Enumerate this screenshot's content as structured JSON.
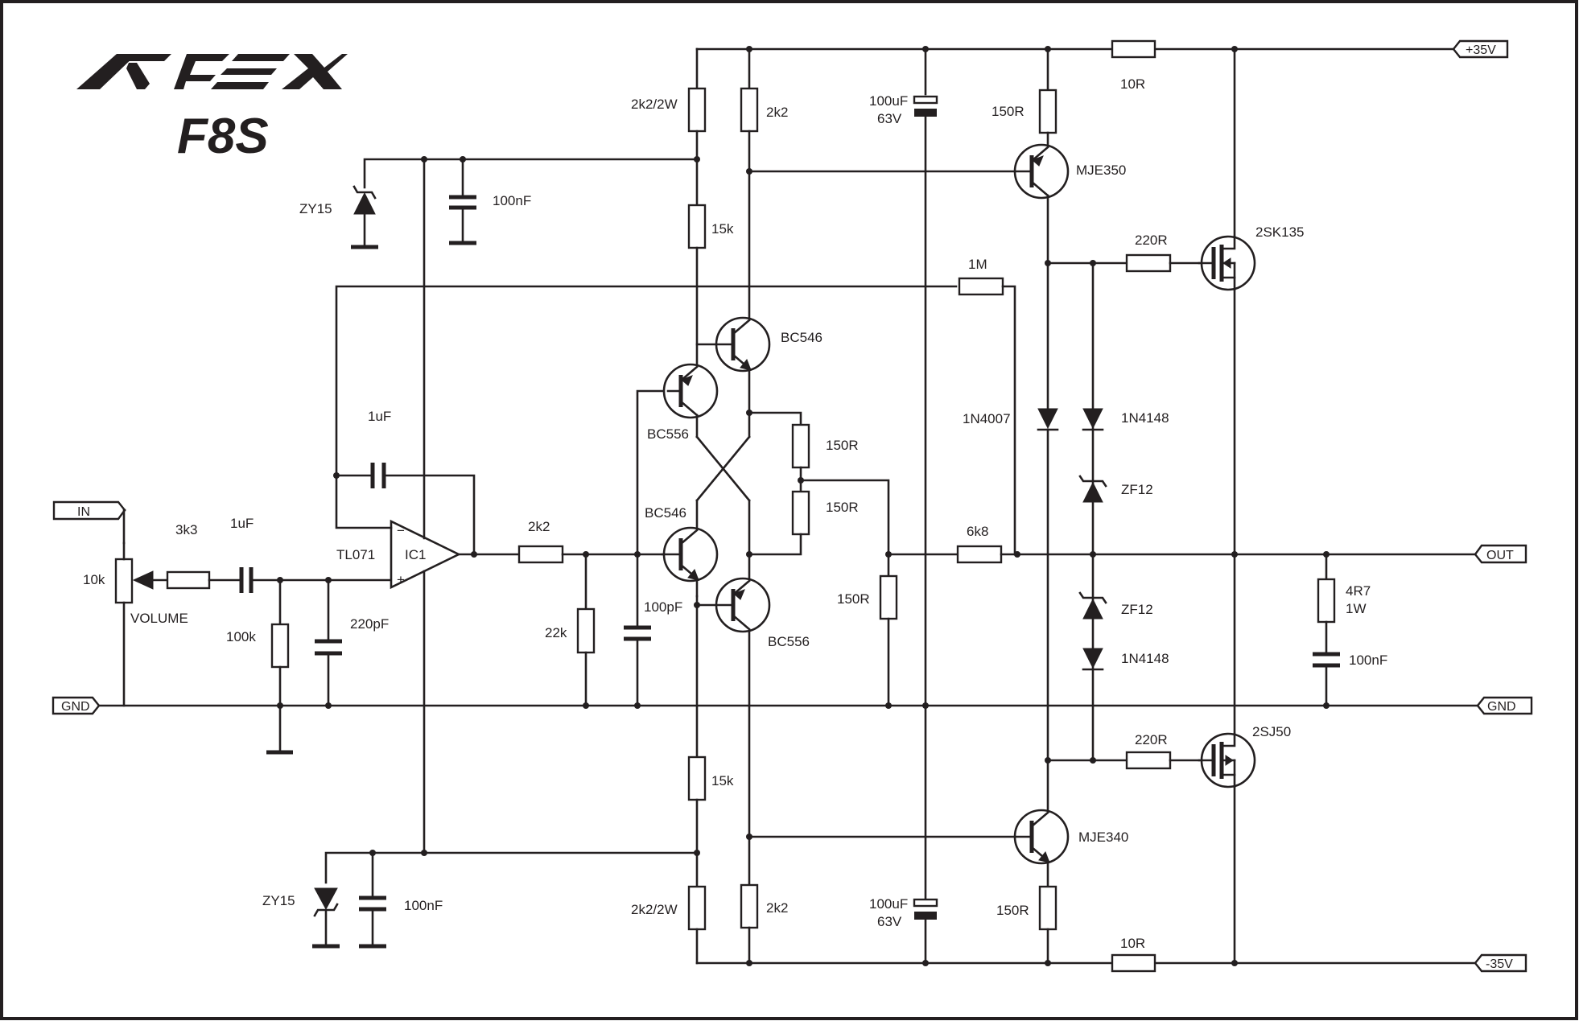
{
  "header": {
    "brand": "APEX",
    "model": "F8S"
  },
  "ports": {
    "in": "IN",
    "gnd_left": "GND",
    "plus35": "+35V",
    "minus35": "-35V",
    "out": "OUT",
    "gnd_right": "GND"
  },
  "labels": {
    "pot_value": "10k",
    "pot_name": "VOLUME",
    "r_input": "3k3",
    "c_input": "1uF",
    "r_100k": "100k",
    "c_220p": "220pF",
    "opamp_type": "TL071",
    "opamp_ref": "IC1",
    "c_fb": "1uF",
    "zy15_top": "ZY15",
    "c_100n_top": "100nF",
    "zy15_bot": "ZY15",
    "c_100n_bot": "100nF",
    "r_2k2_in": "2k2",
    "r_22k": "22k",
    "c_100p": "100pF",
    "r_2k2_2w_top": "2k2/2W",
    "r_2k2_top": "2k2",
    "r_15k_top": "15k",
    "r_15k_bot": "15k",
    "r_2k2_2w_bot": "2k2/2W",
    "r_2k2_bot": "2k2",
    "q_bc546_top": "BC546",
    "q_bc556_top": "BC556",
    "q_bc546_bot": "BC546",
    "q_bc556_bot": "BC556",
    "r_150_a": "150R",
    "r_150_b": "150R",
    "r_150_c": "150R",
    "c_bulk_top_val": "100uF",
    "c_bulk_top_v": "63V",
    "c_bulk_bot_val": "100uF",
    "c_bulk_bot_v": "63V",
    "r_1m": "1M",
    "r_6k8": "6k8",
    "d_1n4007": "1N4007",
    "q_mje350": "MJE350",
    "r_150_e_top": "150R",
    "q_mje340": "MJE340",
    "r_150_e_bot": "150R",
    "r_10r_top": "10R",
    "r_10r_bot": "10R",
    "r_220_top": "220R",
    "r_220_bot": "220R",
    "d_1n4148_top": "1N4148",
    "d_zf12_top": "ZF12",
    "d_zf12_bot": "ZF12",
    "d_1n4148_bot": "1N4148",
    "q_2sk135": "2SK135",
    "q_2sj50": "2SJ50",
    "r_zobel_val": "4R7",
    "r_zobel_w": "1W",
    "c_zobel": "100nF"
  }
}
